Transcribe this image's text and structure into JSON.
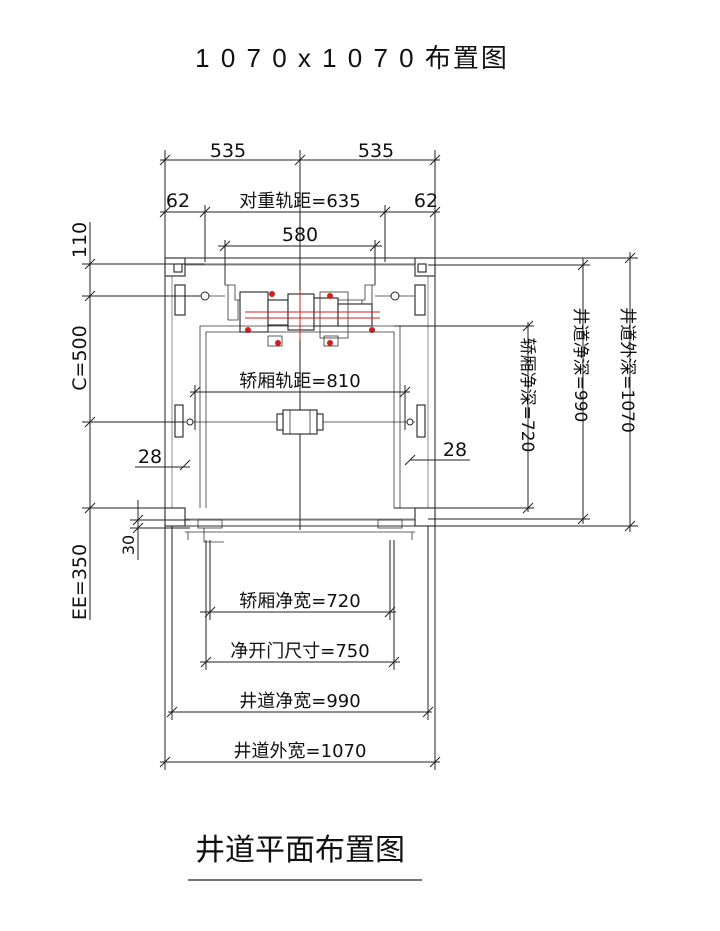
{
  "title": "1 0 7 0 x 1 0 7 0 布置图",
  "footer_title": "井道平面布置图",
  "dimensions": {
    "top_left_half": "535",
    "top_right_half": "535",
    "left_62": "62",
    "right_62": "62",
    "counterweight_rail_distance": "对重轨距=635",
    "counterweight_width": "580",
    "car_rail_distance": "轿厢轨距=810",
    "left_28": "28",
    "right_28": "28",
    "left_110": "110",
    "left_c": "C=500",
    "left_30": "30",
    "left_ee": "EE=350",
    "car_clear_depth": "轿厢净深=720",
    "shaft_clear_depth": "井道净深=990",
    "shaft_outer_depth": "井道外深=1070",
    "car_clear_width": "轿厢净宽=720",
    "door_clear_opening": "净开门尺寸=750",
    "shaft_clear_width": "井道净宽=990",
    "shaft_outer_width": "井道外宽=1070"
  },
  "colors": {
    "line": "#222222",
    "accent": "#d02020"
  }
}
